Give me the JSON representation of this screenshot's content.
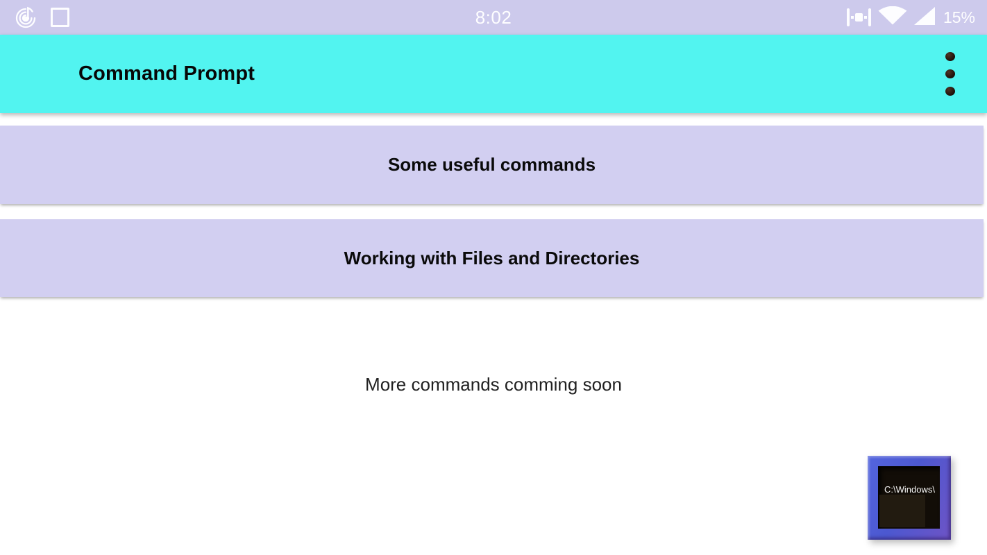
{
  "colors": {
    "status_bar_bg": "#cdcaec",
    "app_bar_bg": "#52f4f0",
    "menu_item_bg": "#d2cff1",
    "fab_frame_blue": "#5365de",
    "fab_frame_purple": "#6e54c6",
    "text_primary": "#0a0a0a"
  },
  "status_bar": {
    "time": "8:02",
    "battery_percent": "15%",
    "left_icons": [
      "music-notification-icon",
      "square-notification-icon"
    ],
    "right_icons": [
      "signal-meter-icon",
      "wifi-icon",
      "cellular-signal-icon"
    ]
  },
  "app_bar": {
    "title": "Command Prompt",
    "overflow_icon": "three-dot-menu"
  },
  "menu": {
    "items": [
      {
        "label": "Some useful commands"
      },
      {
        "label": "Working with Files and Directories"
      }
    ]
  },
  "content": {
    "footer_note": "More commands comming soon"
  },
  "fab": {
    "screen_text": "C:\\Windows\\"
  }
}
